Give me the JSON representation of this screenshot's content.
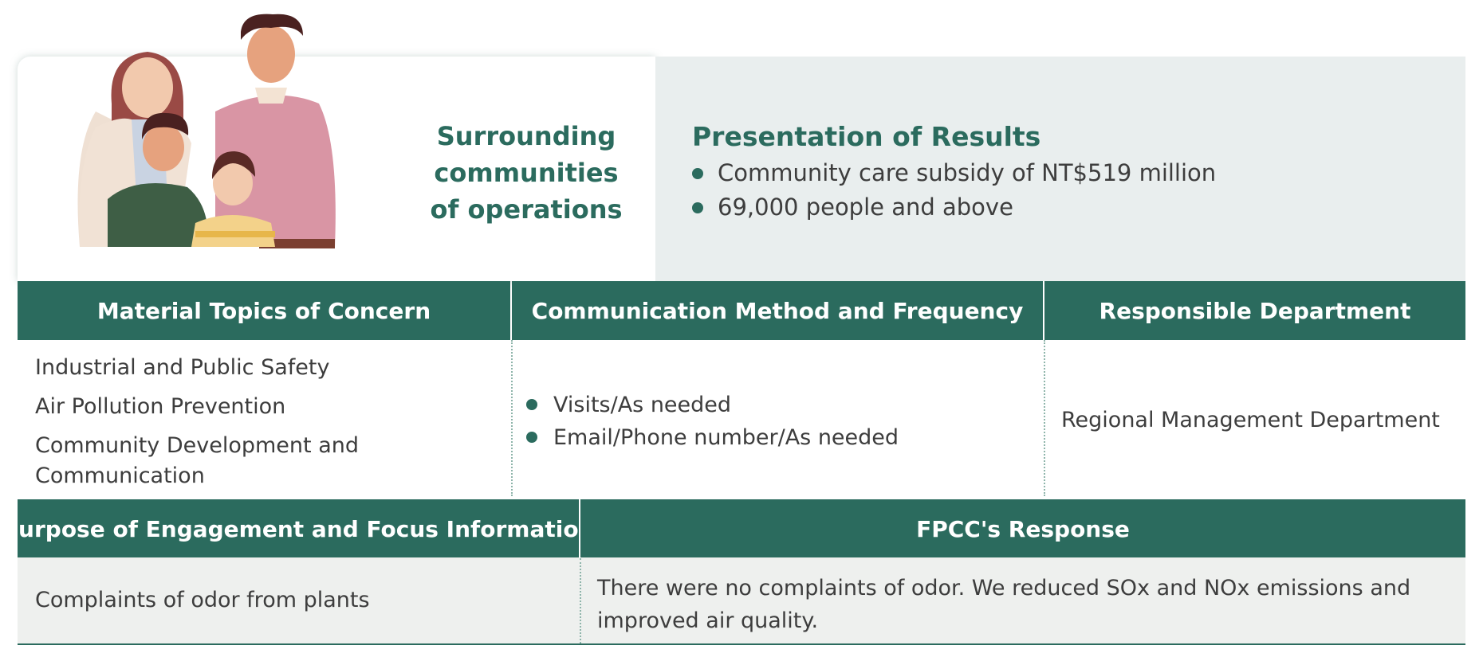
{
  "community": {
    "title_lines": [
      "Surrounding",
      "communities",
      "of operations"
    ]
  },
  "results": {
    "title": "Presentation of Results",
    "items": [
      "Community care subsidy of NT$519 million",
      "69,000 people and above"
    ]
  },
  "table1": {
    "headers": [
      "Material Topics of Concern",
      "Communication Method and Frequency",
      "Responsible Department"
    ],
    "topics": [
      "Industrial and Public Safety",
      "Air Pollution Prevention",
      "Community Development and Communication"
    ],
    "methods": [
      "Visits/As needed",
      "Email/Phone number/As needed"
    ],
    "department": "Regional Management Department"
  },
  "table2": {
    "headers": [
      "Purpose of Engagement and Focus Information",
      "FPCC's Response"
    ],
    "purpose": "Complaints of odor from plants",
    "response": "There were no complaints of odor. We reduced SOx and NOx emissions and improved air quality."
  },
  "colors": {
    "accent": "#2b6b5e",
    "panel": "#e9eeee",
    "row": "#eef0ee"
  }
}
